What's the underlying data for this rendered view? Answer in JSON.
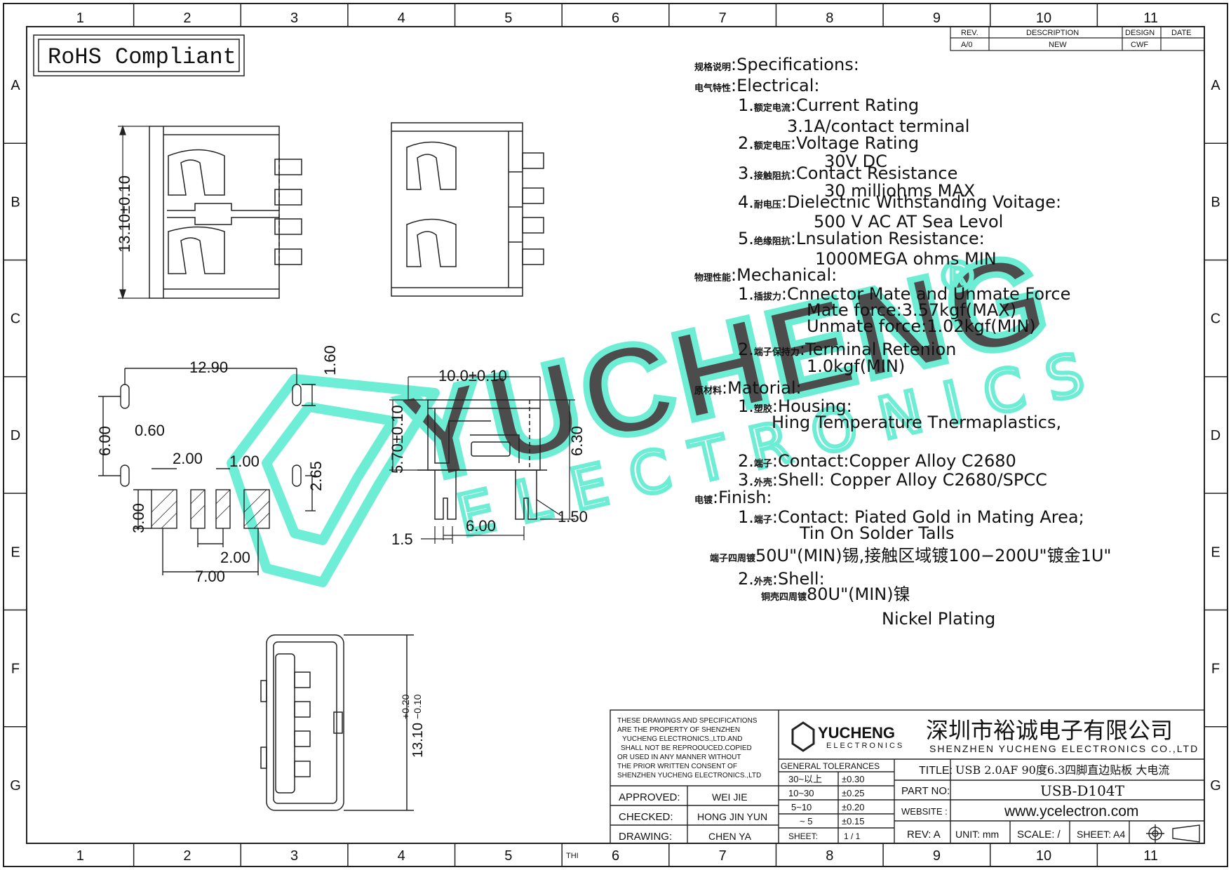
{
  "frame": {
    "columns": [
      "1",
      "2",
      "3",
      "4",
      "5",
      "6",
      "7",
      "8",
      "9",
      "10",
      "11"
    ],
    "rows": [
      "A",
      "B",
      "C",
      "D",
      "E",
      "F",
      "G"
    ]
  },
  "rohs_label": "RoHS Compliant",
  "revision_table": {
    "headers": [
      "REV.",
      "DESCRIPTION",
      "DESIGN",
      "DATE"
    ],
    "row": [
      "A/0",
      "NEW",
      "CWF",
      ""
    ]
  },
  "watermark": {
    "brand": "YUCHENG",
    "sub": "ELECTRONICS",
    "registered": "®"
  },
  "dimensions": {
    "top_height": "13.10±0.10",
    "width_1290": "12.90",
    "dim_160": "1.60",
    "dim_060": "0.60",
    "dim_600": "6.00",
    "dim_200a": "2.00",
    "dim_100": "1.00",
    "dim_265": "2.65",
    "dim_300": "3.00",
    "dim_200b": "2.00",
    "dim_700": "7.00",
    "side_width": "10.0±0.10",
    "side_height": "5.70±0.10",
    "side_630": "6.30",
    "side_150": "1.50",
    "side_600": "6.00",
    "side_15": "1.5",
    "front_height": "13.10",
    "front_tol_plus": "+0.20",
    "front_tol_minus": "−0.10"
  },
  "specifications": [
    {
      "cn": "规格说明",
      "text": "Specifications:"
    },
    {
      "cn": "电气特性",
      "text": "Electrical:"
    },
    {
      "num": "1.",
      "cn": "额定电流",
      "text": "Current  Rating"
    },
    {
      "text": "3.1A/contact  terminal"
    },
    {
      "num": "2.",
      "cn": "额定电压",
      "text": "Voltage  Rating"
    },
    {
      "text": "30V  DC"
    },
    {
      "num": "3.",
      "cn": "接触阻抗",
      "text": "Contact  Resistance"
    },
    {
      "text": "30  milliohms  MAX"
    },
    {
      "num": "4.",
      "cn": "耐电压",
      "text": "Dielectnic  Withstanding  Voitage:"
    },
    {
      "text": "500  V  AC  AT  Sea  Levol"
    },
    {
      "num": "5.",
      "cn": "绝缘阻抗",
      "text": "Lnsulation  Resistance:"
    },
    {
      "text": "1000MEGA  ohms  MIN"
    },
    {
      "cn": "物理性能",
      "text": "Mechanical:"
    },
    {
      "num": "1.",
      "cn": "插拔力",
      "text": "Cnnector  Mate  and  Unmate  Force"
    },
    {
      "text": "Mate  force:3.57kgf(MAX)"
    },
    {
      "text": "Unmate  force:1.02kgf(MIN)"
    },
    {
      "num": "2.",
      "cn": "端子保持力",
      "text": "Terminal  Retenion"
    },
    {
      "text": "1.0kgf(MIN)"
    },
    {
      "cn": "原材料",
      "text": "Matorial:"
    },
    {
      "num": "1.",
      "cn": "塑胶",
      "text": "Housing:"
    },
    {
      "text": "Hing  Temperature    Tnermaplastics,"
    },
    {
      "num": "2.",
      "cn": "端子",
      "text": "Contact:Copper  Alloy  C2680"
    },
    {
      "num": "3.",
      "cn": "外壳",
      "text": "Shell:  Copper  Alloy  C2680/SPCC"
    },
    {
      "cn": "电镀",
      "text": "Finish:"
    },
    {
      "num": "1.",
      "cn": "端子",
      "text": "Contact:  Piated  Gold  in  Mating  Area;"
    },
    {
      "text": "Tin  On  Solder  Talls"
    },
    {
      "cn": "端子四周镀",
      "text": "50U\"(MIN)锡,接触区域镀100−200U\"镀金1U\""
    },
    {
      "num": "2.",
      "cn": "外壳",
      "text": "Shell:"
    },
    {
      "cn": "铜壳四周镀",
      "text": "80U\"(MIN)镍"
    },
    {
      "text": "Nickel  Plating"
    }
  ],
  "title_block": {
    "disclaimer": [
      "THESE DRAWINGS AND SPECIFICATIONS",
      "ARE THE PROPERTY OF SHENZHEN",
      "YUCHENG ELECTRONICS.,LTD.AND",
      "SHALL NOT BE REPROOUCED.COPIED",
      "OR USED IN ANY MANNER WITHOUT",
      "THE PRIOR WRITTEN CONSENT OF",
      "SHENZHEN YUCHENG ELECTRONICS.,LTD"
    ],
    "logo_text": "YUCHENG",
    "logo_sub": "ELECTRONICS",
    "company_cn": "深圳市裕诚电子有限公司",
    "company_en": "SHENZHEN YUCHENG ELECTRONICS CO.,LTD",
    "approved_label": "APPROVED:",
    "approved": "WEI JIE",
    "checked_label": "CHECKED:",
    "checked": "HONG JIN YUN",
    "drawing_label": "DRAWING:",
    "drawing": "CHEN YA",
    "tolerance_header": "GENERAL TOLERANCES",
    "tolerances": [
      {
        "range": "30~以上",
        "tol": "±0.30"
      },
      {
        "range": "10~30",
        "tol": "±0.25"
      },
      {
        "range": "5~10",
        "tol": "±0.20"
      },
      {
        "range": "~ 5",
        "tol": "±0.15"
      }
    ],
    "sheet_label": "SHEET:",
    "sheet": "1 / 1",
    "title_label": "TITLE:",
    "title": "USB 2.0AF 90度6.3四脚直边贴板 大电流",
    "part_label": "PART NO:",
    "part": "USB-D104T",
    "website_label": "WEBSITE :",
    "website": "www.ycelectron.com",
    "rev": "REV: A",
    "unit": "UNIT: mm",
    "scale": "SCALE: /",
    "sheet_size": "SHEET: A4",
    "thi": "THI"
  }
}
